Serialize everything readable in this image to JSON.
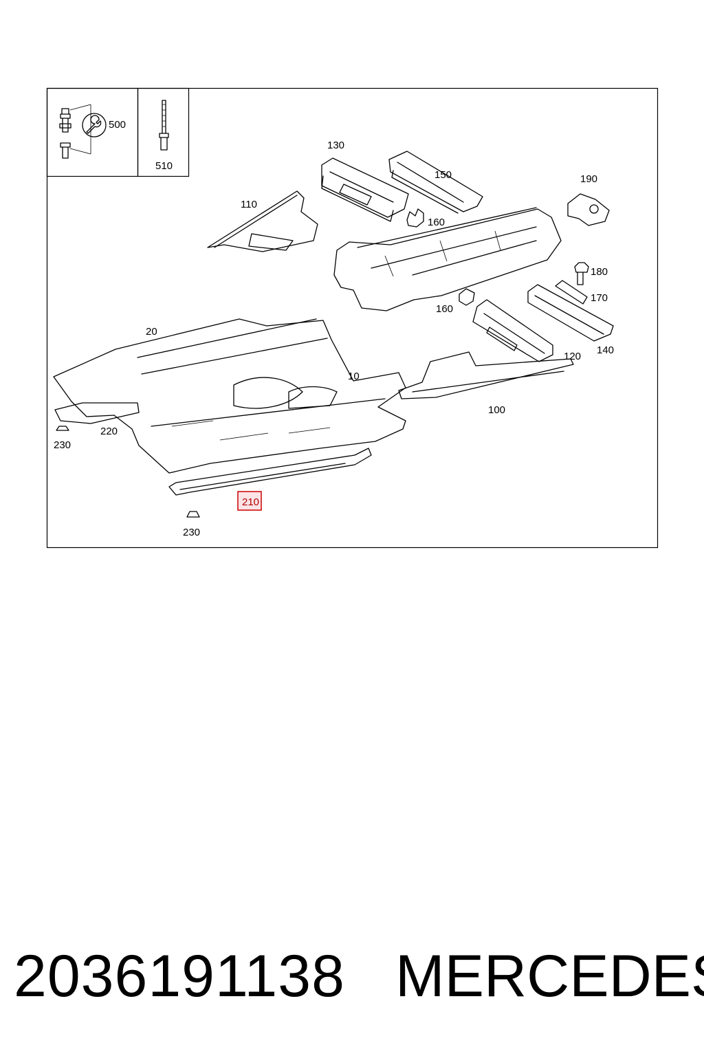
{
  "callouts": {
    "c500": "500",
    "c510": "510",
    "c130": "130",
    "c150": "150",
    "c110": "110",
    "c160a": "160",
    "c190": "190",
    "c180": "180",
    "c170": "170",
    "c160b": "160",
    "c20": "20",
    "c10": "10",
    "c120": "120",
    "c140": "140",
    "c100": "100",
    "c220": "220",
    "c230a": "230",
    "c210": "210",
    "c230b": "230"
  },
  "highlighted_callout": "210",
  "colors": {
    "highlight_border": "#cc0000",
    "highlight_fill": "#fbe3e6",
    "line": "#000000"
  },
  "footer": {
    "part_number": "2036191138",
    "brand": "MERCEDES"
  }
}
